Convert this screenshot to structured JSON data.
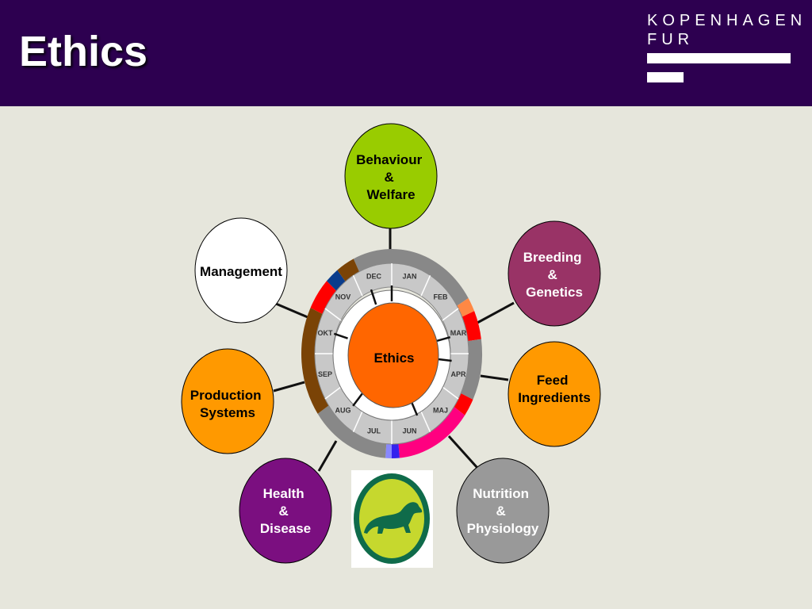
{
  "header": {
    "title": "Ethics",
    "brand_line1": "KOPENHAGEN",
    "brand_line2": "FUR"
  },
  "center": {
    "label": "Ethics"
  },
  "nodes": {
    "behaviour": {
      "lines": [
        "Behaviour",
        "&",
        "Welfare"
      ],
      "color": "#99cc00"
    },
    "breeding": {
      "lines": [
        "Breeding",
        "&",
        "Genetics"
      ],
      "color": "#993366"
    },
    "feed": {
      "lines": [
        "Feed",
        "Ingredients"
      ],
      "color": "#ff9900"
    },
    "nutrition": {
      "lines": [
        "Nutrition",
        "&",
        "Physiology"
      ],
      "color": "#999999"
    },
    "health": {
      "lines": [
        "Health",
        "&",
        "Disease"
      ],
      "color": "#7b0f80"
    },
    "production": {
      "lines": [
        "Production",
        "Systems"
      ],
      "color": "#ff9900"
    },
    "management": {
      "lines": [
        "Management"
      ],
      "color": "#ffffff"
    }
  },
  "months": [
    "JAN",
    "FEB",
    "MAR",
    "APR",
    "MAJ",
    "JUN",
    "JUL",
    "AUG",
    "SEP",
    "OKT",
    "NOV",
    "DEC"
  ],
  "colors": {
    "header_bg": "#2d0050",
    "background": "#e6e6dc",
    "center_fill": "#ff6600",
    "ring_gray": "#888888",
    "ring_brown": "#7a4306",
    "ring_red": "#ff0000",
    "ring_pink": "#ff0080",
    "ring_blue": "#0a3c8c",
    "ring_orange": "#ff8844"
  }
}
